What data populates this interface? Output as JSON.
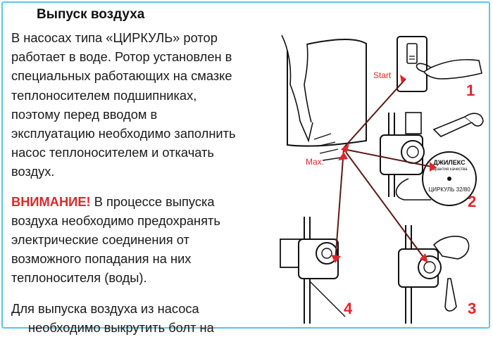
{
  "heading": "Выпуск воздуха",
  "paragraph1": {
    "lines": [
      "В насосах типа «ЦИРКУЛЬ» ротор",
      "работает в воде. Ротор установлен в",
      "специальных работающих на смазке",
      "теплоносителем подшипниках,",
      "поэтому перед вводом в",
      "эксплуатацию необходимо заполнить",
      "насос теплоносителем и откачать",
      "воздух."
    ]
  },
  "paragraph2": {
    "warning": "ВНИМАНИЕ!",
    "first_line_rest": " В процессе выпуска",
    "lines": [
      "воздуха необходимо предохранять",
      "электрические соединения от",
      "возможного попадания на них",
      "теплоносителя (воды)."
    ]
  },
  "paragraph3": {
    "lines": [
      "Для выпуска воздуха из насоса",
      "необходимо выкрутить болт на"
    ]
  },
  "illustration": {
    "start_label": "Start",
    "max_label": "Max.",
    "step_numbers": [
      "1",
      "2",
      "3",
      "4"
    ],
    "disc_brand": "ДЖИЛЕКС",
    "disc_tagline": "гарантия качества",
    "disc_model": "ЦИРКУЛЬ 32/80",
    "colors": {
      "arrow": "#5a1a1a",
      "accent_red": "#e0262a",
      "frame": "#5cc3ea"
    }
  }
}
